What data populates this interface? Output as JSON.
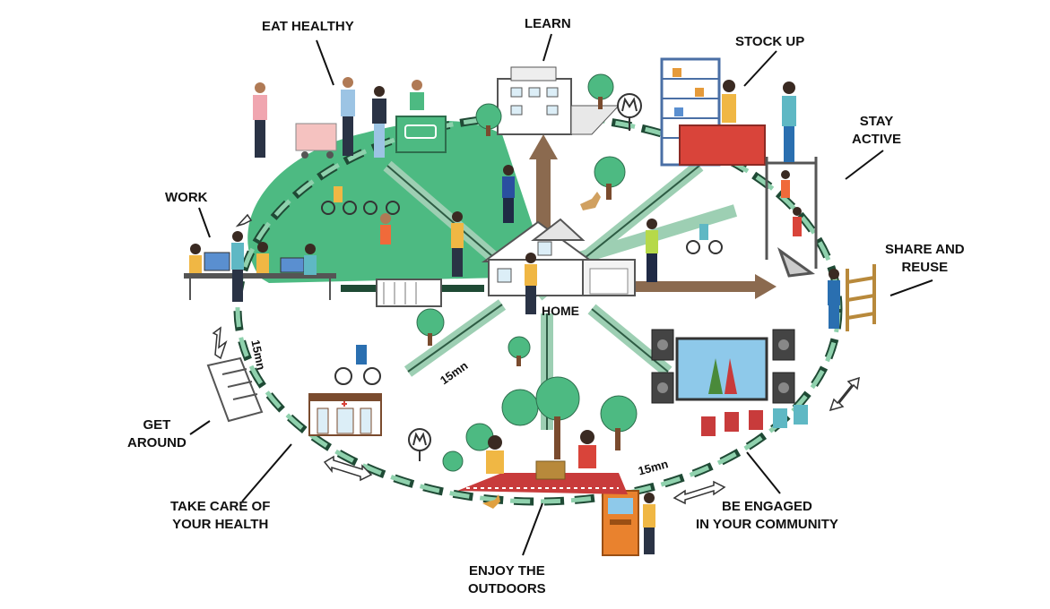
{
  "center": {
    "label": "HOME"
  },
  "activities": {
    "eat_healthy": "EAT HEALTHY",
    "learn": "LEARN",
    "stock_up": "STOCK UP",
    "stay_active": [
      "STAY",
      "ACTIVE"
    ],
    "share_reuse": [
      "SHARE AND",
      "REUSE"
    ],
    "be_engaged": [
      "BE ENGAGED",
      "IN YOUR COMMUNITY"
    ],
    "enjoy_outdoors": [
      "ENJOY THE",
      "OUTDOORS"
    ],
    "take_care": [
      "TAKE CARE OF",
      "YOUR HEALTH"
    ],
    "get_around": [
      "GET",
      "AROUND"
    ],
    "work": "WORK"
  },
  "distances": {
    "left": "15mn",
    "center": "15mn",
    "bottom_right": "15mn"
  },
  "colors": {
    "park_green": "#4dba82",
    "road_green": "#9dcfb3",
    "ring_dark": "#1f4a35",
    "ring_light": "#8fd1ad",
    "arrow_brown": "#8b6a4f",
    "screen_blue": "#8ec9ea",
    "counter_red": "#d9443a",
    "atm_orange": "#e9822e",
    "picnic_red": "#c83b3b"
  }
}
